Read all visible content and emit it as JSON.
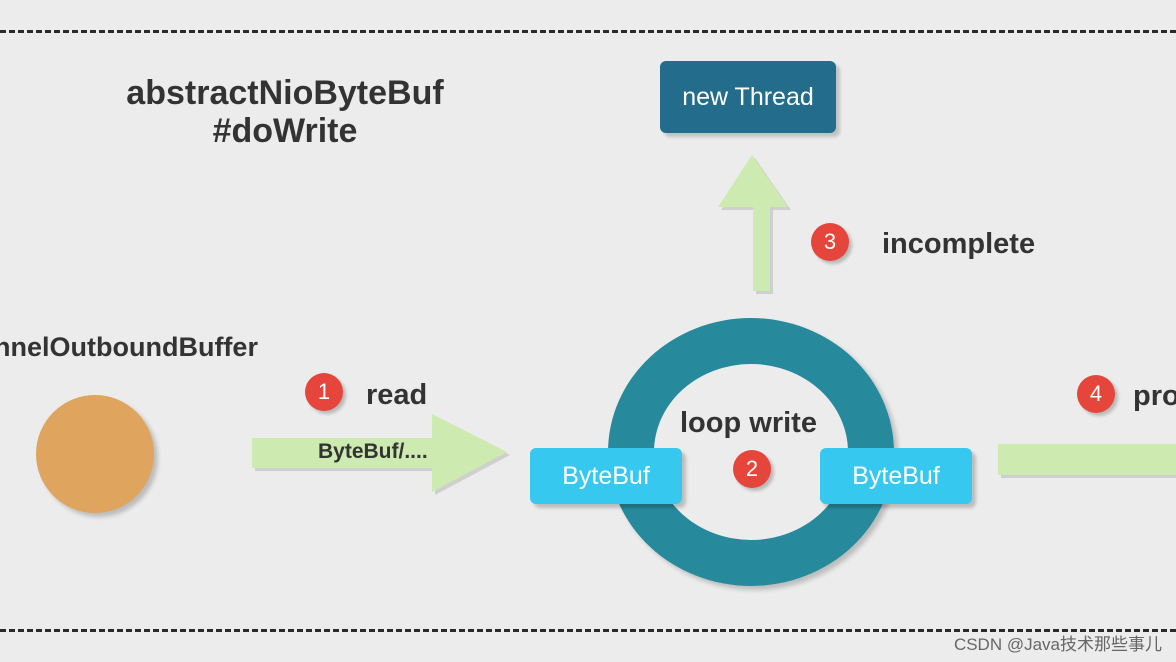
{
  "title": {
    "line1": "abstractNioByteBuf",
    "line2": "#doWrite"
  },
  "nodes": {
    "new_thread": "new Thread",
    "source_label": "nnelOutboundBuffer",
    "loop_label": "loop write",
    "bytebuf_left": "ByteBuf",
    "bytebuf_right": "ByteBuf",
    "arrow_payload": "ByteBuf/...."
  },
  "steps": [
    {
      "num": "1",
      "label": "read"
    },
    {
      "num": "2",
      "label": ""
    },
    {
      "num": "3",
      "label": "incomplete"
    },
    {
      "num": "4",
      "label": "pro"
    }
  ],
  "colors": {
    "background": "#ececec",
    "thread_box": "#236c8c",
    "ring": "#268a9c",
    "bytebuf": "#37c8f0",
    "badge": "#e5453b",
    "arrow": "#cdeab0",
    "source_circle": "#dfa45d"
  },
  "watermark": "CSDN @Java技术那些事儿"
}
